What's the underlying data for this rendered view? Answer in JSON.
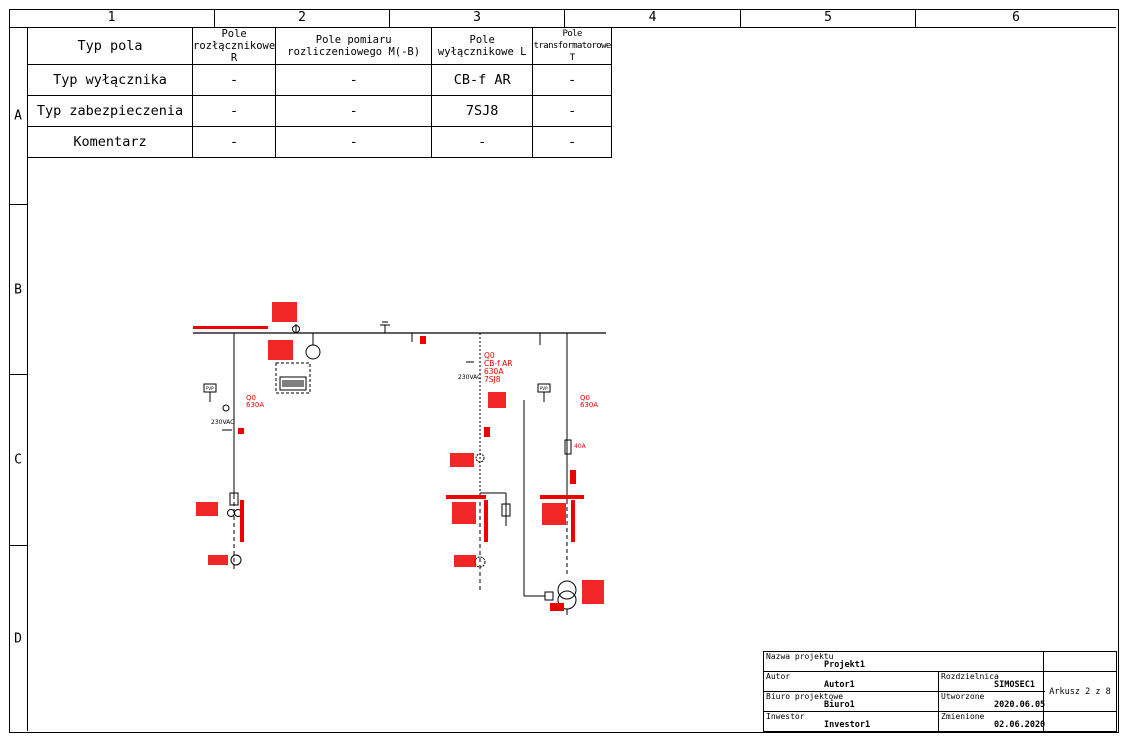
{
  "grid": {
    "columns": [
      "1",
      "2",
      "3",
      "4",
      "5",
      "6"
    ],
    "rows": [
      "A",
      "B",
      "C",
      "D"
    ]
  },
  "field_table": {
    "header_label": "Typ pola",
    "fields": [
      {
        "line1": "Pole",
        "line2": "rozłącznikowe R"
      },
      {
        "line1": "Pole pomiaru",
        "line2": "rozliczeniowego M(-B)"
      },
      {
        "line1": "Pole",
        "line2": "wyłącznikowe L"
      },
      {
        "line1": "Pole",
        "line2": "transformatorowe T"
      }
    ],
    "rows": [
      {
        "label": "Typ wyłącznika",
        "values": [
          "-",
          "-",
          "CB-f AR",
          "-"
        ]
      },
      {
        "label": "Typ zabezpieczenia",
        "values": [
          "-",
          "-",
          "7SJ8",
          "-"
        ]
      },
      {
        "label": "Komentarz",
        "values": [
          "-",
          "-",
          "-",
          "-"
        ]
      }
    ]
  },
  "diagram": {
    "breaker_label": "Q0",
    "breaker_type": "CB-f AR",
    "breaker_rating": "630A",
    "protection": "7SJ8",
    "q0_rating_r": "630A",
    "q0_rating_t": "630A",
    "fuse_rating": "40A",
    "voltage_label": "230VAC",
    "pvp_label": "PVP",
    "colors": {
      "annotation": "#e00000",
      "line": "#000000"
    }
  },
  "title_block": {
    "project_label": "Nazwa projektu",
    "project_value": "Projekt1",
    "author_label": "Autor",
    "author_value": "Autor1",
    "office_label": "Biuro projektowe",
    "office_value": "Biuro1",
    "investor_label": "Inwestor",
    "investor_value": "Investor1",
    "switchgear_label": "Rozdzielnica",
    "switchgear_value": "SIMOSEC1",
    "created_label": "Utworzone",
    "created_value": "2020.06.05",
    "modified_label": "Zmienione",
    "modified_value": "02.06.2020",
    "sheet": "Arkusz 2 z 8"
  }
}
